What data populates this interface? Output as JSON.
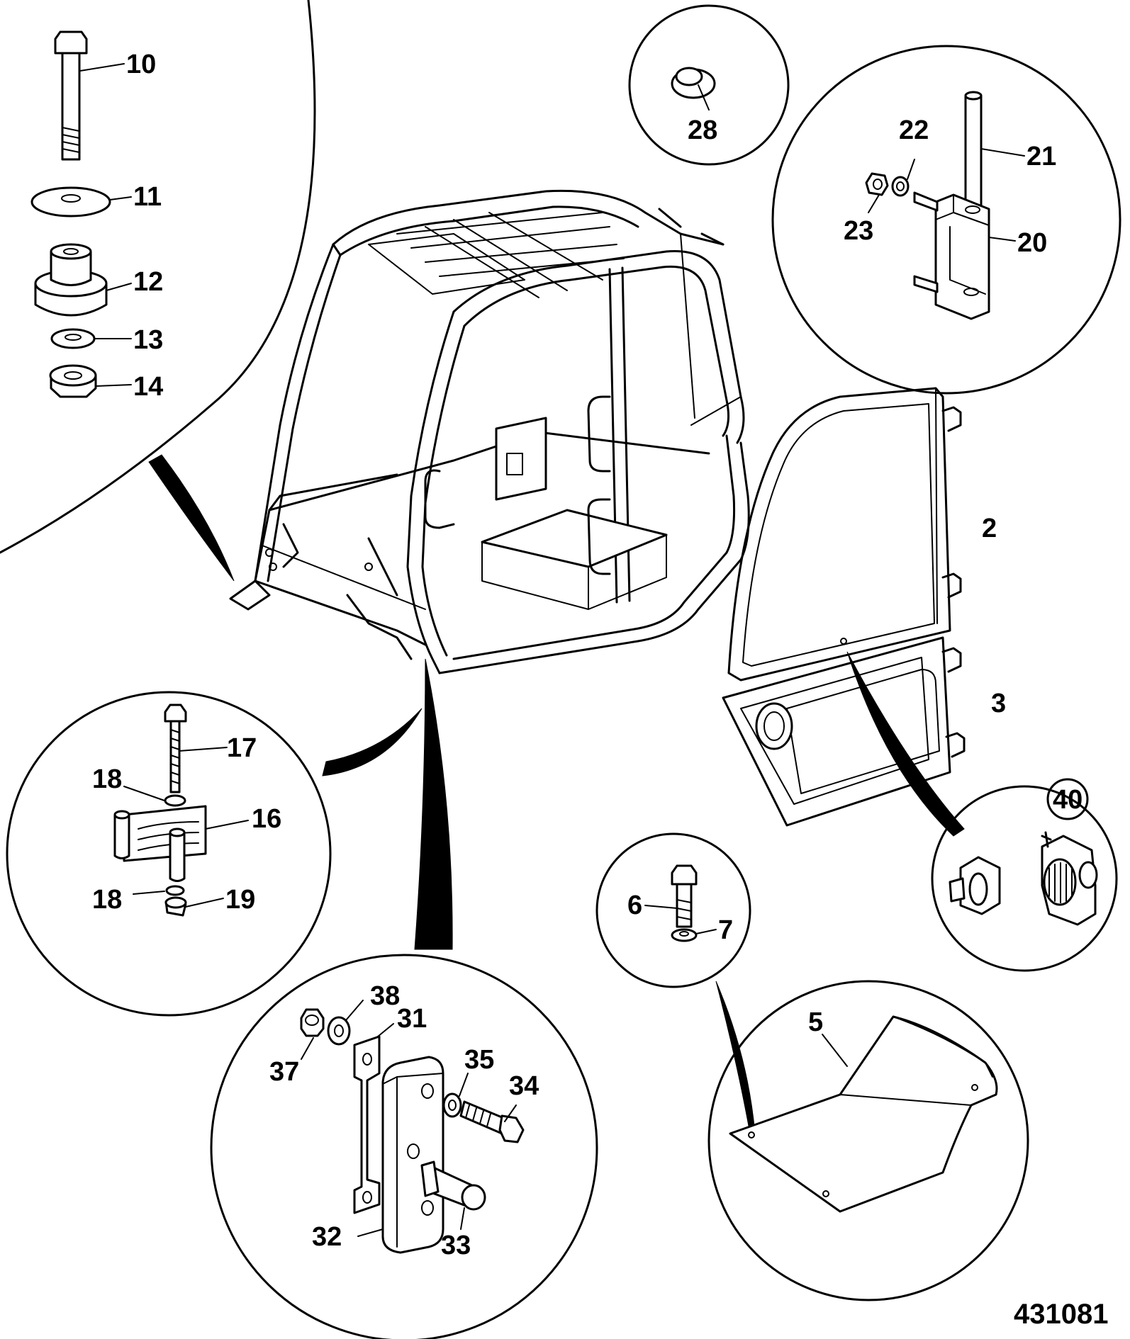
{
  "drawing_number": "431081",
  "callouts": {
    "c2": "2",
    "c3": "3",
    "c5": "5",
    "c6": "6",
    "c7": "7",
    "c10": "10",
    "c11": "11",
    "c12": "12",
    "c13": "13",
    "c14": "14",
    "c16": "16",
    "c17": "17",
    "c18a": "18",
    "c18b": "18",
    "c19": "19",
    "c20": "20",
    "c21": "21",
    "c22": "22",
    "c23": "23",
    "c28": "28",
    "c31": "31",
    "c32": "32",
    "c33": "33",
    "c34": "34",
    "c35": "35",
    "c37": "37",
    "c38": "38",
    "c40": "40"
  }
}
